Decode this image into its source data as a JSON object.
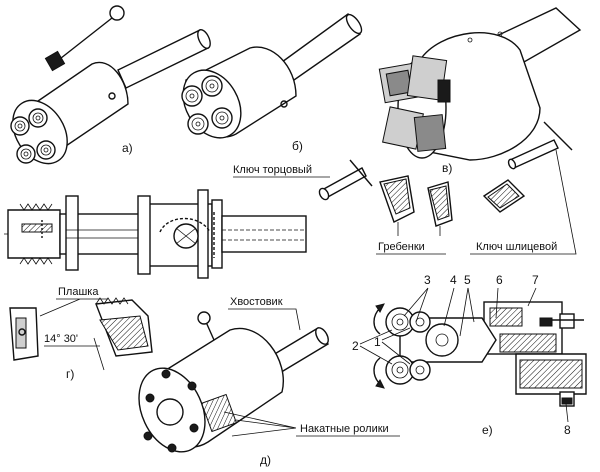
{
  "figure_labels": {
    "a": "а)",
    "b": "б)",
    "v": "в)",
    "g": "г)",
    "d": "д)",
    "e": "е)"
  },
  "captions": {
    "end_key": "Ключ торцовый",
    "combs": "Гребенки",
    "spline_key": "Ключ шлицевой",
    "die": "Плашка",
    "angle": "14° 30'",
    "shank": "Хвостовик",
    "rollers": "Накатные ролики"
  },
  "callouts": [
    "3",
    "4",
    "5",
    "6",
    "7",
    "2",
    "1",
    "8"
  ]
}
